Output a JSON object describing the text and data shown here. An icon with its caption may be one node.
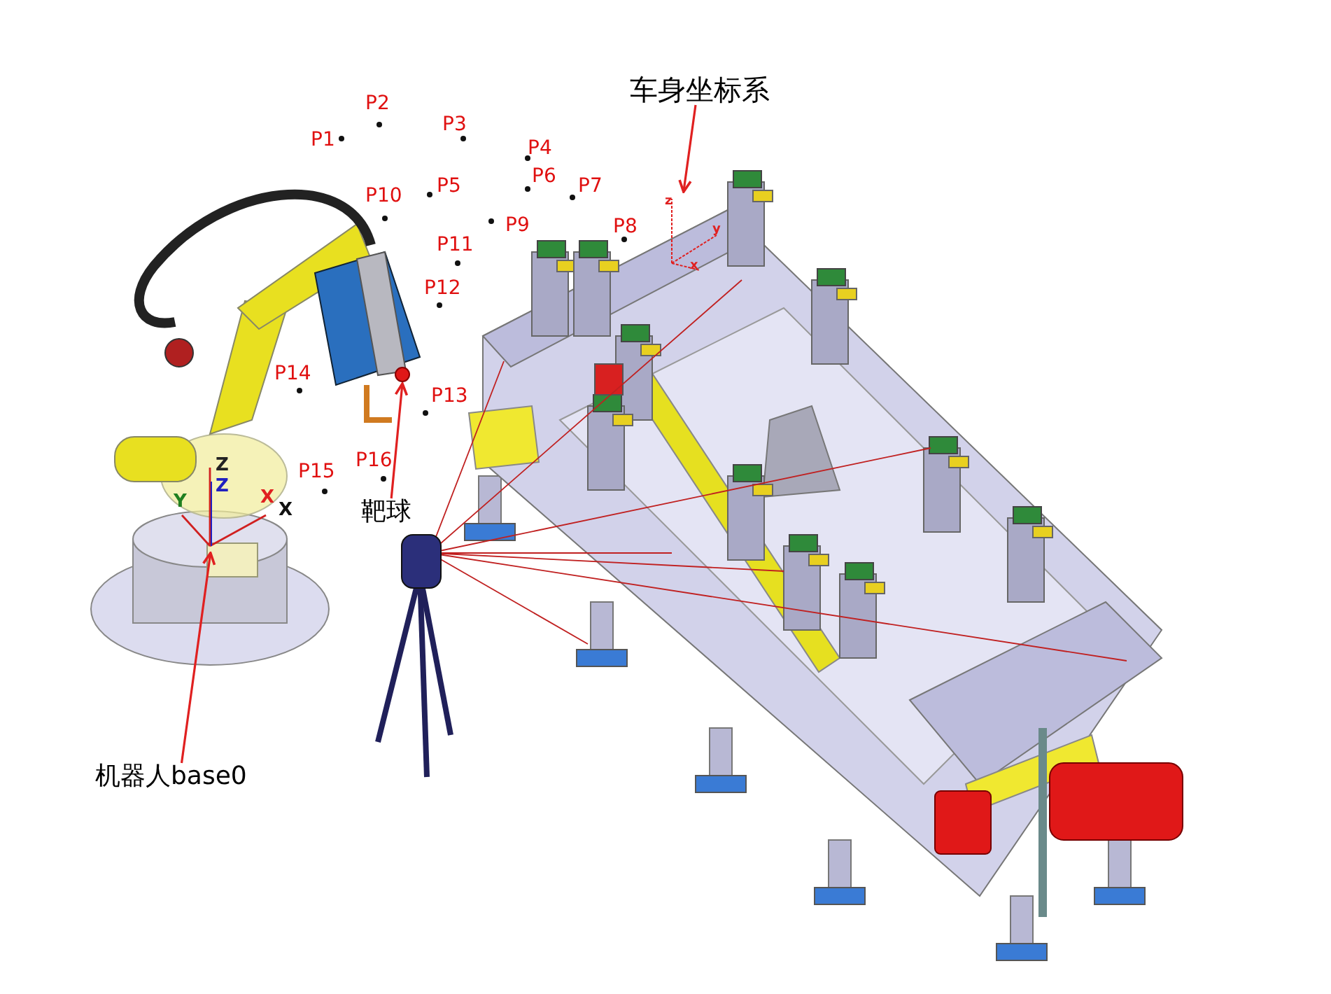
{
  "diagram": {
    "nodes": [
      {
        "text": [
          "车身坐标系"
        ]
      },
      {
        "text": [],
        "shape": "picture"
      },
      {
        "text": [
          "靶球"
        ]
      },
      {
        "text": [],
        "shape": "circle"
      },
      {
        "text": [
          "机器人base0"
        ]
      },
      {
        "text": [],
        "shape": "picture"
      }
    ],
    "edges": [
      {
        "from": 0,
        "to": 1,
        "arrow": "to"
      },
      {
        "from": 2,
        "to": 3,
        "arrow": "to"
      },
      {
        "from": 4,
        "to": 5,
        "arrow": "to"
      }
    ],
    "labels": [
      "P1",
      "P2",
      "P3",
      "P4",
      "P5",
      "P6",
      "P7",
      "P8",
      "P9",
      "P10",
      "P11",
      "P12",
      "P13",
      "P14",
      "P15",
      "P16",
      "Z",
      "Z",
      "Y",
      "X",
      "X",
      "z",
      "y",
      "x"
    ]
  }
}
